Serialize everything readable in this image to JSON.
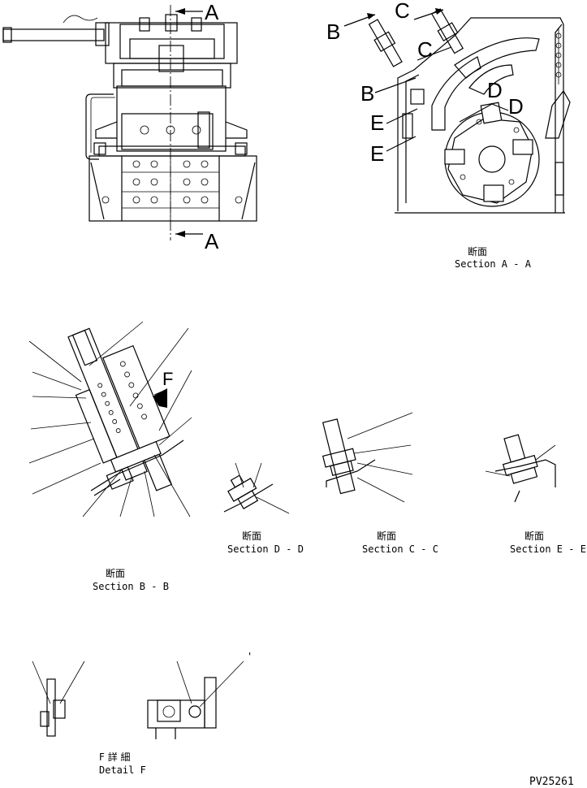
{
  "section_markers": {
    "a_top": "A",
    "a_bottom": "A",
    "b_upper": "B",
    "b_lower": "B",
    "c_upper": "C",
    "c_lower": "C",
    "d_left": "D",
    "d_right": "D",
    "e_upper": "E",
    "e_lower": "E",
    "f_arrow": "F"
  },
  "captions": {
    "section_a": {
      "jp": "断面",
      "en": "Section A - A"
    },
    "section_b": {
      "jp": "断面",
      "en": "Section B - B"
    },
    "section_c": {
      "jp": "断面",
      "en": "Section C - C"
    },
    "section_d": {
      "jp": "断面",
      "en": "Section D - D"
    },
    "section_e": {
      "jp": "断面",
      "en": "Section E - E"
    },
    "detail_f": {
      "jp": "F 詳 細",
      "en": "Detail F"
    }
  },
  "drawing_number": "PV25261",
  "stray_mark": "'"
}
